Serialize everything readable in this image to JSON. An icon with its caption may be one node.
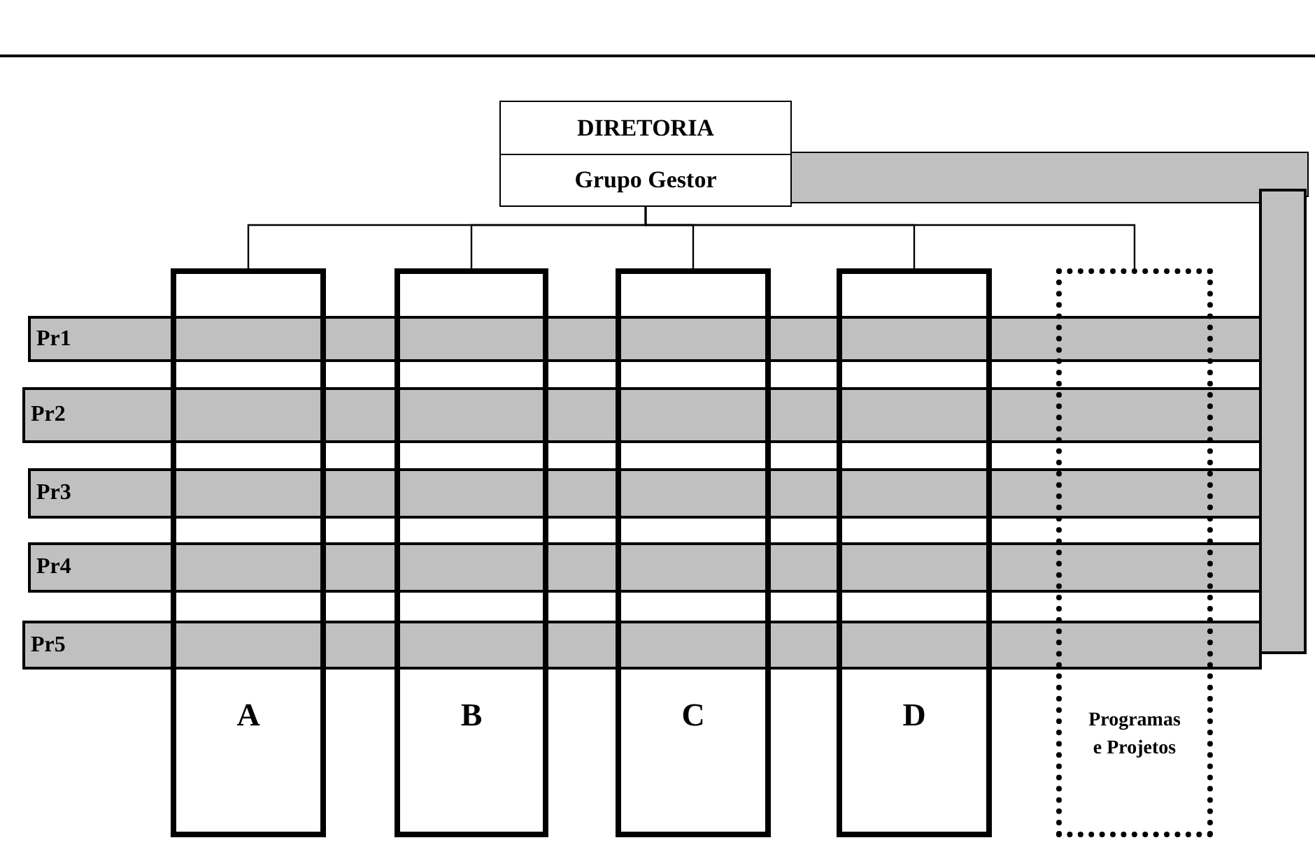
{
  "diagram": {
    "nodes": [
      {
        "text": [
          "DIRETORIA"
        ]
      },
      {
        "text": [
          "Grupo Gestor"
        ]
      },
      {
        "text": [
          "Pr1"
        ]
      },
      {
        "text": [
          "Pr2"
        ]
      },
      {
        "text": [
          "Pr3"
        ]
      },
      {
        "text": [
          "Pr4"
        ]
      },
      {
        "text": [
          "Pr5"
        ]
      },
      {
        "text": [
          "A"
        ]
      },
      {
        "text": [
          "B"
        ]
      },
      {
        "text": [
          "C"
        ]
      },
      {
        "text": [
          "D"
        ]
      },
      {
        "text": [
          "Programas e Projetos"
        ]
      },
      {
        "text": [],
        "shape": "bar"
      }
    ],
    "edges": [
      {
        "from": 1,
        "to": 7,
        "arrow": "none"
      },
      {
        "from": 1,
        "to": 8,
        "arrow": "none"
      },
      {
        "from": 1,
        "to": 9,
        "arrow": "none"
      },
      {
        "from": 1,
        "to": 10,
        "arrow": "none"
      },
      {
        "from": 1,
        "to": 11,
        "arrow": "none"
      },
      {
        "from": 1,
        "to": 12,
        "arrow": "none",
        "style": "thick",
        "color": "#c0c0c0"
      }
    ]
  }
}
